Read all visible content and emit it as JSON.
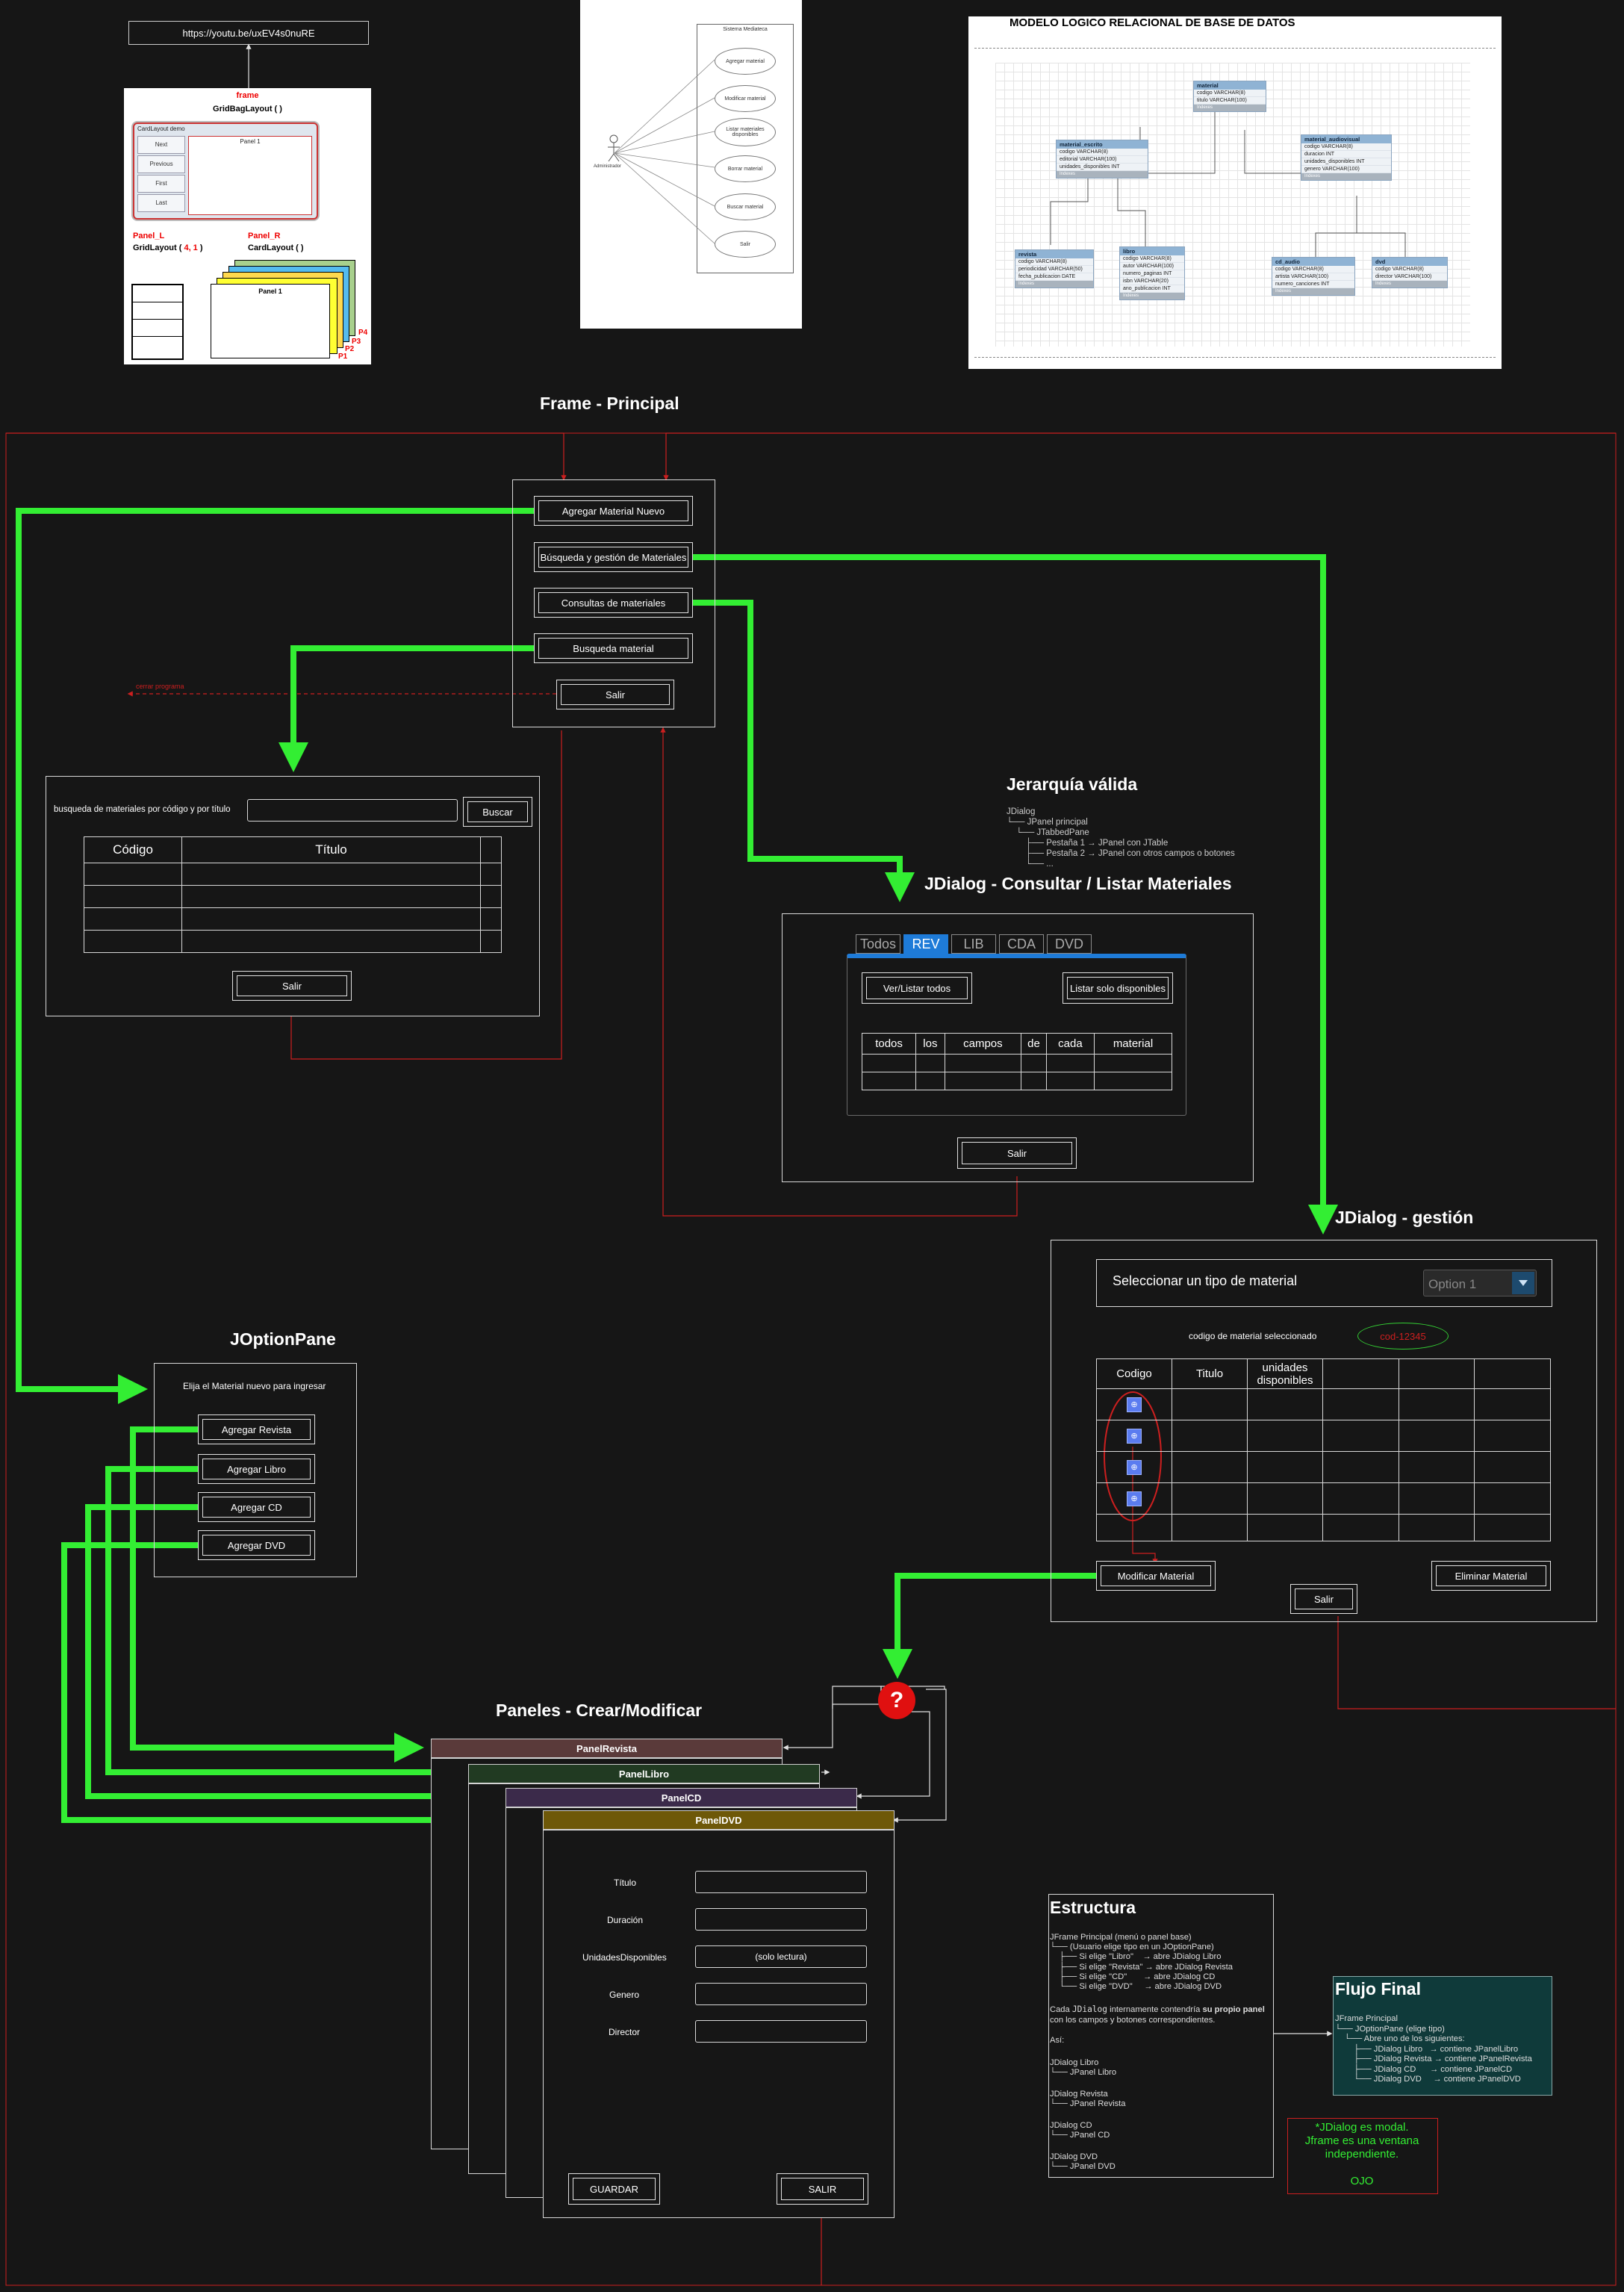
{
  "colors": {
    "background": "#161616",
    "flow_green": "#33ee33",
    "return_red": "#cc1f1f",
    "tab_blue": "#1e7bd8",
    "note_green": "#33ee33"
  },
  "thumb_gridbag": {
    "url": "https://youtu.be/uxEV4s0nuRE",
    "frame_label": "frame",
    "layout_label": "GridBagLayout ( )",
    "window_title": "CardLayout demo",
    "side_buttons": [
      "Next",
      "Previous",
      "First",
      "Last"
    ],
    "panel_title": "Panel 1",
    "panel_l": "Panel_L",
    "panel_r": "Panel_R",
    "gridlayout_prefix": "GridLayout (",
    "gridlayout_args": " 4, 1 ",
    "gridlayout_suffix": ")",
    "cardlayout": "CardLayout ( )",
    "card_front": "Panel 1",
    "card_labels": [
      "P4",
      "P3",
      "P2",
      "P1"
    ]
  },
  "thumb_usecase": {
    "system": "Sistema Mediateca",
    "actor": "Administrador",
    "cases": [
      "Agregar material",
      "Modificar material",
      "Listar materiales disponibles",
      "Borrar material",
      "Buscar material",
      "Salir"
    ]
  },
  "thumb_er": {
    "title": "MODELO LOGICO RELACIONAL DE BASE DE DATOS",
    "entities": [
      {
        "name": "material",
        "fields": [
          "codigo VARCHAR(8)",
          "titulo VARCHAR(100)"
        ]
      },
      {
        "name": "material_escrito",
        "fields": [
          "codigo VARCHAR(8)",
          "editorial VARCHAR(100)",
          "unidades_disponibles INT"
        ]
      },
      {
        "name": "material_audiovisual",
        "fields": [
          "codigo VARCHAR(8)",
          "duracion INT",
          "unidades_disponibles INT",
          "genero VARCHAR(100)"
        ]
      },
      {
        "name": "revista",
        "fields": [
          "codigo VARCHAR(8)",
          "periodicidad VARCHAR(50)",
          "fecha_publicacion DATE"
        ]
      },
      {
        "name": "libro",
        "fields": [
          "codigo VARCHAR(8)",
          "autor VARCHAR(100)",
          "numero_paginas INT",
          "isbn VARCHAR(20)",
          "ano_publicacion INT"
        ]
      },
      {
        "name": "cd_audio",
        "fields": [
          "codigo VARCHAR(8)",
          "artista VARCHAR(100)",
          "numero_canciones INT"
        ]
      },
      {
        "name": "dvd",
        "fields": [
          "codigo VARCHAR(8)",
          "director VARCHAR(100)"
        ]
      }
    ],
    "footer": "Indexes"
  },
  "frame_principal": {
    "title": "Frame - Principal",
    "buttons": [
      "Agregar Material Nuevo",
      "Búsqueda y gestión de Materiales",
      "Consultas de materiales",
      "Busqueda material",
      "Salir"
    ],
    "exit_note": "cerrar programa"
  },
  "busqueda": {
    "label": "busqueda de materiales por código y por título",
    "search_button": "Buscar",
    "columns": [
      "Código",
      "Título",
      ""
    ],
    "exit_button": "Salir"
  },
  "jerarquia": {
    "title": "Jerarquía válida",
    "lines": [
      "JDialog",
      "└── JPanel principal",
      "    └── JTabbedPane",
      "        ├── Pestaña 1 → JPanel con JTable",
      "        ├── Pestaña 2 → JPanel con otros campos o botones",
      "        └── ..."
    ]
  },
  "consultar": {
    "title": "JDialog - Consultar / Listar Materiales",
    "tabs": [
      "Todos",
      "REV",
      "LIB",
      "CDA",
      "DVD"
    ],
    "active_tab": "REV",
    "btn_all": "Ver/Listar todos",
    "btn_available": "Listar solo disponibles",
    "columns": [
      "todos",
      "los",
      "campos",
      "de",
      "cada",
      "material"
    ],
    "exit_button": "Salir"
  },
  "gestion": {
    "title": "JDialog -  gestión",
    "select_label": "Seleccionar un tipo de material",
    "select_value": "Option 1",
    "code_label": "codigo de material seleccionado",
    "code_value": "cod-12345",
    "columns": [
      "Codigo",
      "Titulo",
      "unidades disponibles",
      "",
      "",
      ""
    ],
    "btn_modify": "Modificar Material",
    "btn_delete": "Eliminar Material",
    "exit_button": "Salir"
  },
  "joptionpane": {
    "title": "JOptionPane",
    "message": "Elija el Material nuevo para ingresar",
    "buttons": [
      "Agregar Revista",
      "Agregar Libro",
      "Agregar CD",
      "Agregar DVD"
    ]
  },
  "paneles": {
    "title": "Paneles - Crear/Modificar",
    "question_mark": "?",
    "panels": [
      {
        "name": "PanelRevista",
        "color": "#5a3a3a"
      },
      {
        "name": "PanelLibro",
        "color": "#213a22"
      },
      {
        "name": "PanelCD",
        "color": "#3b2a4a"
      },
      {
        "name": "PanelDVD",
        "color": "#6e5808"
      }
    ],
    "fields": [
      "Título",
      "Duración",
      "UnidadesDisponibles",
      "Genero",
      "Director"
    ],
    "readonly_value": "(solo lectura)",
    "save_button": "GUARDAR",
    "exit_button": "SALIR"
  },
  "estructura": {
    "title": "Estructura",
    "tree": [
      "JFrame Principal (menú o panel base)",
      "└── (Usuario elige tipo en un JOptionPane)",
      "    ├── Si elige \"Libro\"    → abre JDialog Libro",
      "    ├── Si elige \"Revista\" → abre JDialog Revista",
      "    ├── Si elige \"CD\"       → abre JDialog CD",
      "    └── Si elige \"DVD\"     → abre JDialog DVD"
    ],
    "para_a": "Cada ",
    "para_code": "JDialog",
    "para_b": " internamente contendría ",
    "para_bold": "su propio panel",
    "para_c": " con los campos y botones correspondientes.",
    "asi": "Así:",
    "pairs": [
      [
        "JDialog Libro",
        "└── JPanel Libro"
      ],
      [
        "JDialog Revista",
        "└── JPanel Revista"
      ],
      [
        "JDialog CD",
        "└── JPanel CD"
      ],
      [
        "JDialog DVD",
        "└── JPanel DVD"
      ]
    ]
  },
  "flujo": {
    "title": "Flujo Final",
    "lines": [
      "JFrame Principal",
      "└── JOptionPane (elige tipo)",
      "    └── Abre uno de los siguientes:",
      "        ├── JDialog Libro   → contiene JPanelLibro",
      "        ├── JDialog Revista → contiene JPanelRevista",
      "        ├── JDialog CD      → contiene JPanelCD",
      "        └── JDialog DVD     → contiene JPanelDVD"
    ]
  },
  "note": {
    "lines": [
      "*JDialog es modal.",
      "Jframe es una ventana",
      "independiente."
    ],
    "ojo": "OJO"
  }
}
